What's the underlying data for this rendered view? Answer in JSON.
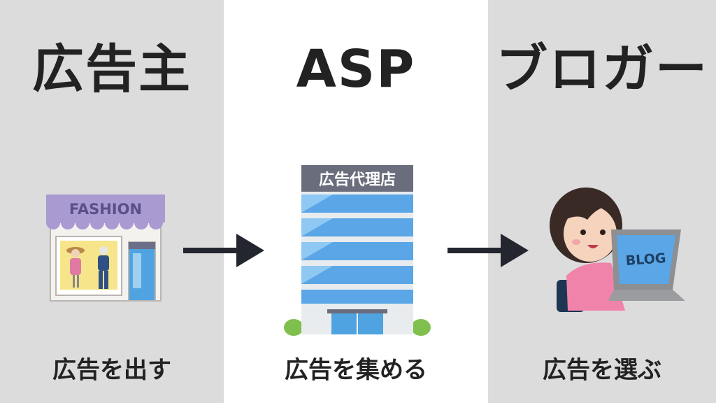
{
  "columns": [
    {
      "title": "広告主",
      "caption": "広告を出す",
      "sign": "FASHION"
    },
    {
      "title": "ASP",
      "caption": "広告を集める",
      "sign": "広告代理店"
    },
    {
      "title": "ブロガー",
      "caption": "広告を選ぶ",
      "sign": "BLOG"
    }
  ],
  "colors": {
    "panel_gray": "#dcdcdc",
    "panel_white": "#ffffff",
    "arrow": "#23262f",
    "awning": "#a99ad2",
    "building_blue": "#5aa6e6",
    "shirt_pink": "#ef83a9"
  }
}
